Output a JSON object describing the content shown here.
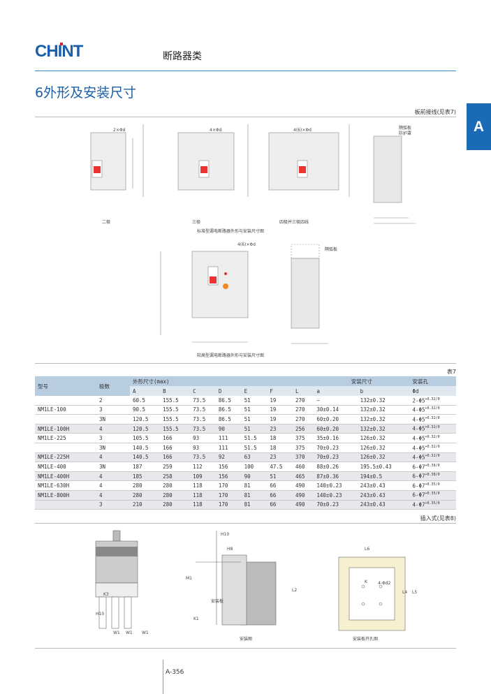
{
  "header": {
    "logo": "CHINT",
    "category": "断路器类",
    "section_title": "6外形及安装尺寸",
    "side_tab": "A"
  },
  "front": {
    "label": "板前接线(见表7)",
    "captions": [
      "二极",
      "三极",
      "四极并三极四线"
    ],
    "std_caption": "标准型漏电断路器外形与安装尺寸图",
    "tall_caption": "较高型漏电断路器外形与安装尺寸图",
    "arc_label": "隔弧板",
    "cover_label": "防护罩",
    "hole_labels": [
      "2×Φd",
      "4×Φd",
      "4(6)×Φd",
      "4(6)×Φd"
    ]
  },
  "table": {
    "label": "表7",
    "headers": {
      "model": "型号",
      "poles": "极数",
      "outer": "外形尺寸(max)",
      "install": "安装尺寸",
      "hole": "安装孔"
    },
    "sub": [
      "A",
      "B",
      "C",
      "D",
      "E",
      "F",
      "L",
      "a",
      "b",
      "Φd"
    ],
    "rows": [
      {
        "model": "",
        "p": "2",
        "v": [
          "60.5",
          "155.5",
          "73.5",
          "86.5",
          "51",
          "19",
          "270",
          "—",
          "132±0.32",
          "2-Φ5"
        ],
        "tol": "+0.32/0"
      },
      {
        "model": "NM1LE-100",
        "p": "3",
        "v": [
          "90.5",
          "155.5",
          "73.5",
          "86.5",
          "51",
          "19",
          "270",
          "30±0.14",
          "132±0.32",
          "4-Φ5"
        ],
        "tol": "+0.32/0"
      },
      {
        "model": "",
        "p": "3N",
        "v": [
          "120.5",
          "155.5",
          "73.5",
          "86.5",
          "51",
          "19",
          "270",
          "60±0.20",
          "132±0.32",
          "4-Φ5"
        ],
        "tol": "+0.32/0"
      },
      {
        "model": "NM1LE-100H",
        "p": "4",
        "v": [
          "120.5",
          "155.5",
          "73.5",
          "90",
          "51",
          "23",
          "256",
          "60±0.20",
          "132±0.32",
          "4-Φ5"
        ],
        "tol": "+0.32/0",
        "shade": true
      },
      {
        "model": "NM1LE-225",
        "p": "3",
        "v": [
          "105.5",
          "166",
          "93",
          "111",
          "51.5",
          "18",
          "375",
          "35±0.16",
          "126±0.32",
          "4-Φ5"
        ],
        "tol": "+0.32/0"
      },
      {
        "model": "",
        "p": "3N",
        "v": [
          "140.5",
          "166",
          "93",
          "111",
          "51.5",
          "18",
          "375",
          "70±0.23",
          "126±0.32",
          "4-Φ5"
        ],
        "tol": "+0.32/0"
      },
      {
        "model": "NM1LE-225H",
        "p": "4",
        "v": [
          "140.5",
          "166",
          "73.5",
          "92",
          "63",
          "23",
          "370",
          "70±0.23",
          "126±0.32",
          "4-Φ5"
        ],
        "tol": "+0.32/0",
        "shade": true
      },
      {
        "model": "NM1LE-400",
        "p": "3N",
        "v": [
          "187",
          "259",
          "112",
          "156",
          "100",
          "47.5",
          "460",
          "88±0.26",
          "195.5±0.43",
          "6-Φ7"
        ],
        "tol": "+0.38/0"
      },
      {
        "model": "NM1LE-400H",
        "p": "4",
        "v": [
          "185",
          "258",
          "109",
          "156",
          "90",
          "51",
          "465",
          "87±0.36",
          "194±0.5",
          "6-Φ7"
        ],
        "tol": "+0.38/0",
        "shade": true
      },
      {
        "model": "NM1LE-630H",
        "p": "4",
        "v": [
          "280",
          "280",
          "118",
          "170",
          "81",
          "66",
          "490",
          "140±0.23",
          "243±0.43",
          "6-Φ7"
        ],
        "tol": "+0.35/0"
      },
      {
        "model": "NM1LE-800H",
        "p": "4",
        "v": [
          "280",
          "280",
          "118",
          "170",
          "81",
          "66",
          "490",
          "140±0.23",
          "243±0.43",
          "6-Φ7"
        ],
        "tol": "+0.35/0",
        "shade": true
      },
      {
        "model": "",
        "p": "3",
        "v": [
          "210",
          "280",
          "118",
          "170",
          "81",
          "66",
          "490",
          "70±0.23",
          "243±0.43",
          "4-Φ7"
        ],
        "tol": "+0.35/0",
        "shade": true
      }
    ]
  },
  "plugin": {
    "label": "插入式(见表8)",
    "install_caption": "安装图",
    "panel_caption": "安装板开孔图",
    "panel_label": "安装板",
    "dims": [
      "H10",
      "H8",
      "M1",
      "K1",
      "L2",
      "L6",
      "K",
      "4-Φd2",
      "L4",
      "L5",
      "K3",
      "H10",
      "W1",
      "W1",
      "W1"
    ]
  },
  "footer": {
    "page": "A-356"
  }
}
